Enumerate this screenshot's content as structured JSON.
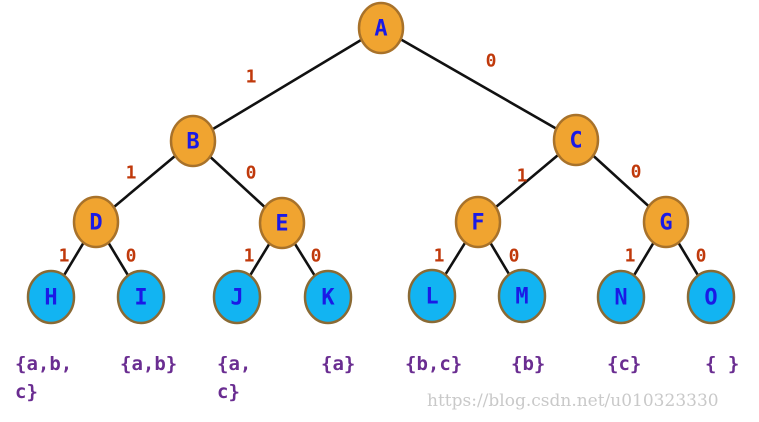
{
  "diagram": {
    "nodes": [
      {
        "id": "A",
        "label": "A",
        "level": "internal"
      },
      {
        "id": "B",
        "label": "B",
        "level": "internal"
      },
      {
        "id": "C",
        "label": "C",
        "level": "internal"
      },
      {
        "id": "D",
        "label": "D",
        "level": "internal"
      },
      {
        "id": "E",
        "label": "E",
        "level": "internal"
      },
      {
        "id": "F",
        "label": "F",
        "level": "internal"
      },
      {
        "id": "G",
        "label": "G",
        "level": "internal"
      },
      {
        "id": "H",
        "label": "H",
        "level": "leaf"
      },
      {
        "id": "I",
        "label": "I",
        "level": "leaf"
      },
      {
        "id": "J",
        "label": "J",
        "level": "leaf"
      },
      {
        "id": "K",
        "label": "K",
        "level": "leaf"
      },
      {
        "id": "L",
        "label": "L",
        "level": "leaf"
      },
      {
        "id": "M",
        "label": "M",
        "level": "leaf"
      },
      {
        "id": "N",
        "label": "N",
        "level": "leaf"
      },
      {
        "id": "O",
        "label": "O",
        "level": "leaf"
      }
    ],
    "edges": [
      {
        "from": "A",
        "to": "B",
        "label": "1"
      },
      {
        "from": "A",
        "to": "C",
        "label": "0"
      },
      {
        "from": "B",
        "to": "D",
        "label": "1"
      },
      {
        "from": "B",
        "to": "E",
        "label": "0"
      },
      {
        "from": "C",
        "to": "F",
        "label": "1"
      },
      {
        "from": "C",
        "to": "G",
        "label": "0"
      },
      {
        "from": "D",
        "to": "H",
        "label": "1"
      },
      {
        "from": "D",
        "to": "I",
        "label": "0"
      },
      {
        "from": "E",
        "to": "J",
        "label": "1"
      },
      {
        "from": "E",
        "to": "K",
        "label": "0"
      },
      {
        "from": "F",
        "to": "L",
        "label": "1"
      },
      {
        "from": "F",
        "to": "M",
        "label": "0"
      },
      {
        "from": "G",
        "to": "N",
        "label": "1"
      },
      {
        "from": "G",
        "to": "O",
        "label": "0"
      }
    ],
    "subsets": [
      {
        "leaf": "H",
        "text": "{a,b,\nc}"
      },
      {
        "leaf": "I",
        "text": "{a,b}"
      },
      {
        "leaf": "J",
        "text": "{a,\nc}"
      },
      {
        "leaf": "K",
        "text": "{a}"
      },
      {
        "leaf": "L",
        "text": "{b,c}"
      },
      {
        "leaf": "M",
        "text": "{b}"
      },
      {
        "leaf": "N",
        "text": "{c}"
      },
      {
        "leaf": "O",
        "text": "{ }"
      }
    ]
  },
  "colors": {
    "internal_fill": "#f0a430",
    "internal_stroke": "#a8722a",
    "leaf_fill": "#12b4f2",
    "leaf_stroke": "#8a6a34",
    "edge": "#111111"
  },
  "watermark": "https://blog.csdn.net/u010323330"
}
